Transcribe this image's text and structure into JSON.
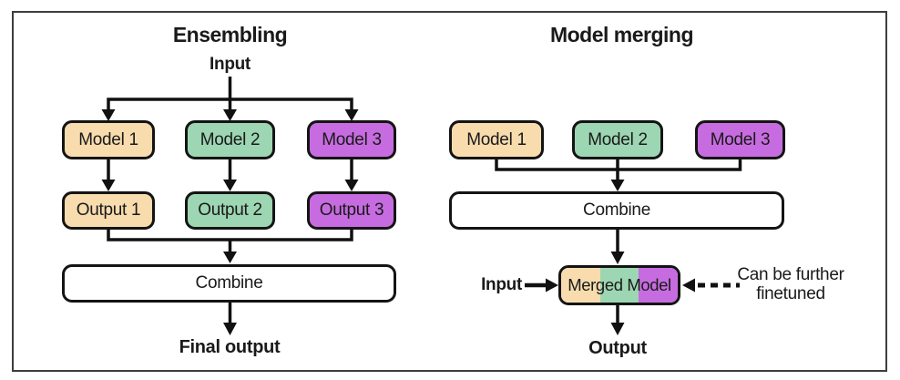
{
  "figure": {
    "left": {
      "title": "Ensembling",
      "input_label": "Input",
      "models": [
        {
          "label": "Model 1"
        },
        {
          "label": "Model 2"
        },
        {
          "label": "Model 3"
        }
      ],
      "outputs": [
        {
          "label": "Output 1"
        },
        {
          "label": "Output 2"
        },
        {
          "label": "Output 3"
        }
      ],
      "combine_label": "Combine",
      "final_output_label": "Final output"
    },
    "right": {
      "title": "Model merging",
      "models": [
        {
          "label": "Model 1"
        },
        {
          "label": "Model 2"
        },
        {
          "label": "Model 3"
        }
      ],
      "combine_label": "Combine",
      "merged_model_label": "Merged Model",
      "input_label": "Input",
      "output_label": "Output",
      "annotation_line1": "Can be further",
      "annotation_line2": "finetuned"
    }
  },
  "colors": {
    "model1_fill": "#f8dcae",
    "model2_fill": "#9dd6b2",
    "model3_fill": "#c76ce0",
    "node_outline": "#141414",
    "arrow_line": "#111111"
  }
}
